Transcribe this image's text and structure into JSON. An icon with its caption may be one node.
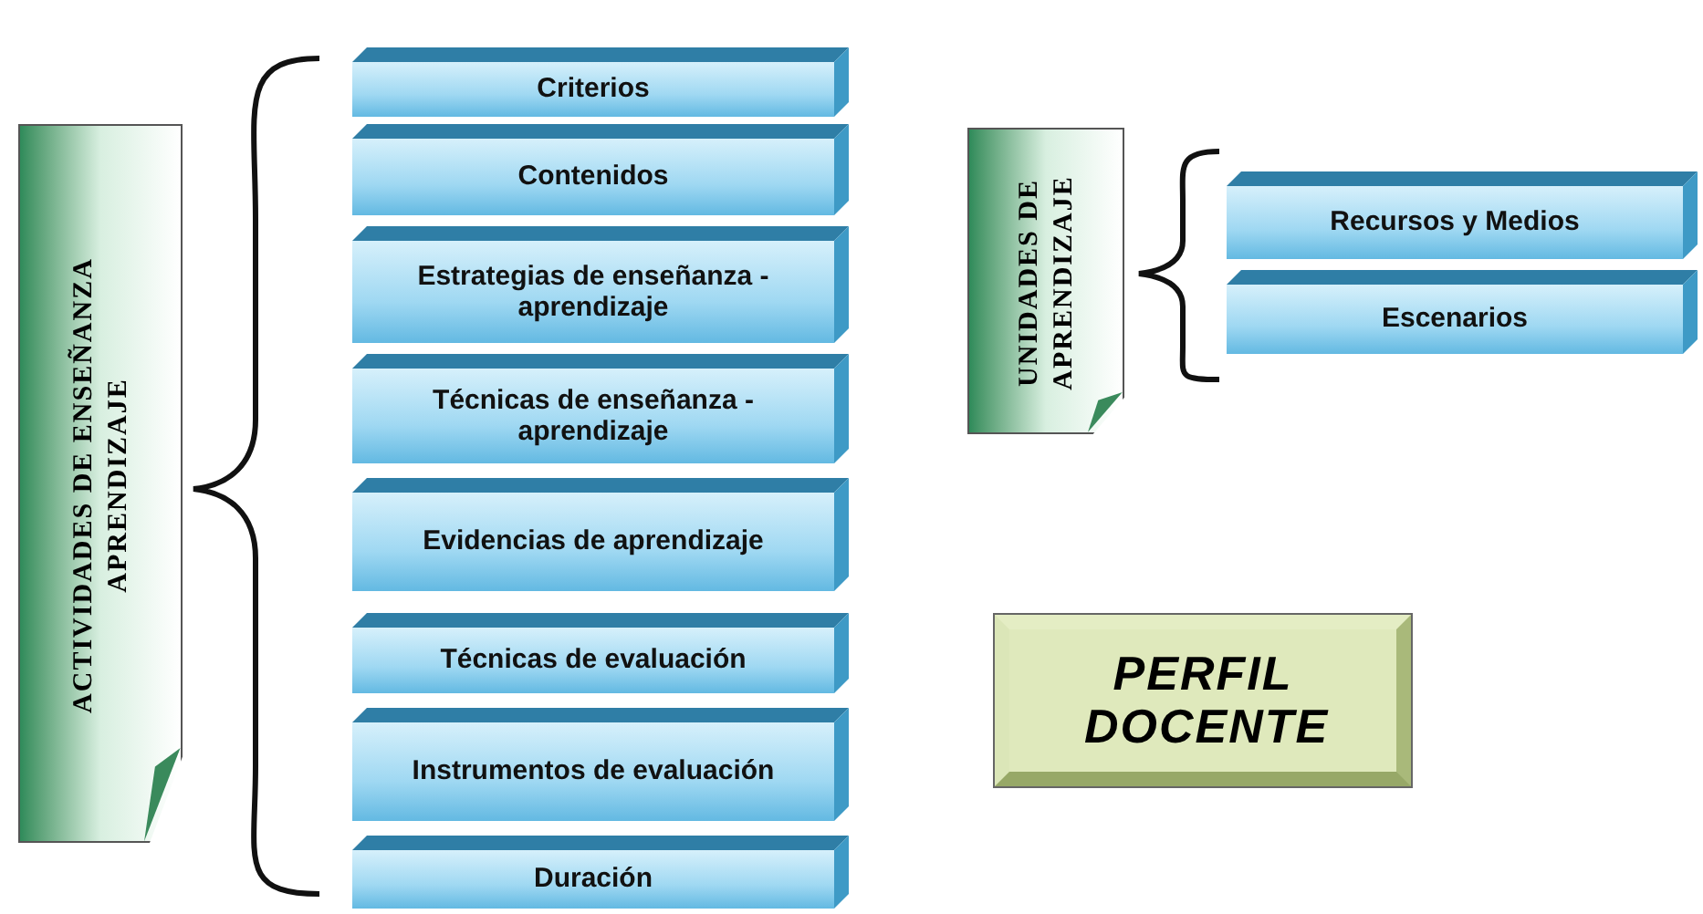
{
  "diagram": {
    "nodes": [
      {
        "text": [
          "ACTIVIDADES DE ENSEÑANZA APRENDIZAJE"
        ]
      },
      {
        "text": [
          "Criterios"
        ]
      },
      {
        "text": [
          "Contenidos"
        ]
      },
      {
        "text": [
          "Estrategias de enseñanza -aprendizaje"
        ]
      },
      {
        "text": [
          "Técnicas de enseñanza - aprendizaje"
        ]
      },
      {
        "text": [
          "Evidencias de aprendizaje"
        ]
      },
      {
        "text": [
          "Técnicas de evaluación"
        ]
      },
      {
        "text": [
          "Instrumentos de evaluación"
        ]
      },
      {
        "text": [
          "Duración"
        ]
      },
      {
        "text": [
          "UNIDADES DE APRENDIZAJE"
        ]
      },
      {
        "text": [
          "Recursos y Medios"
        ]
      },
      {
        "text": [
          "Escenarios"
        ]
      },
      {
        "text": [
          "PERFIL DOCENTE"
        ]
      }
    ]
  }
}
